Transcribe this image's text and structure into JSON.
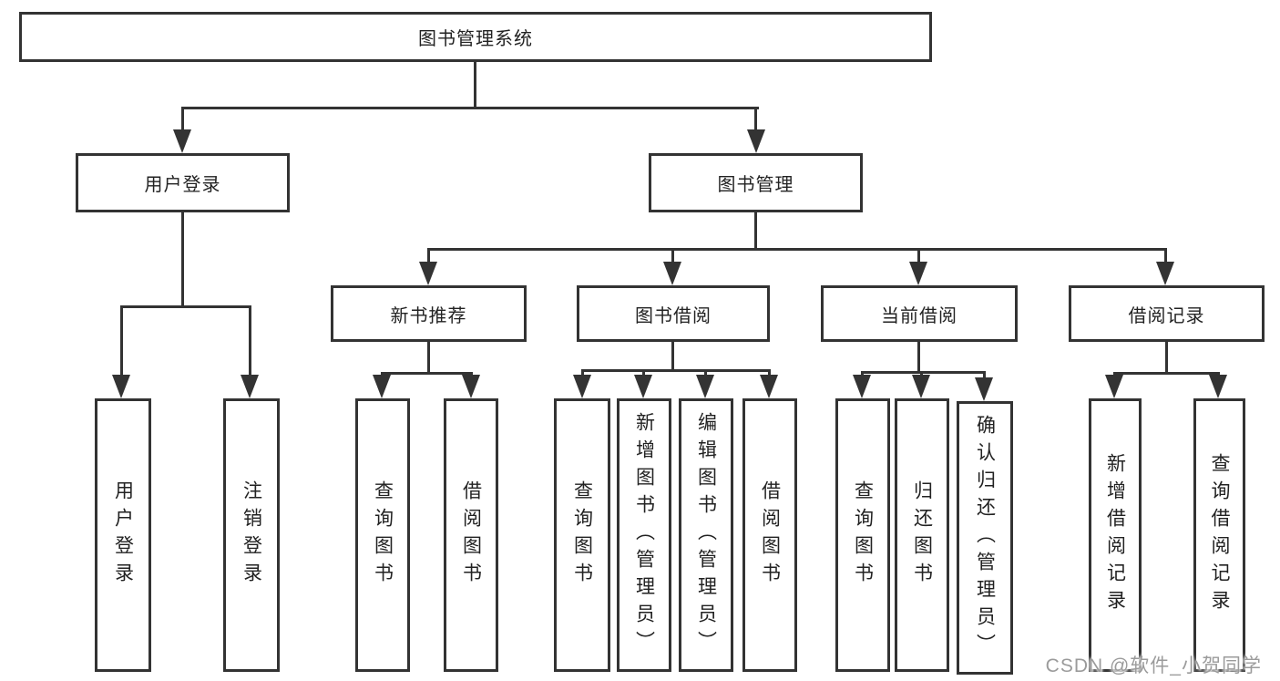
{
  "colors": {
    "line": "#333333",
    "box_border": "#333333",
    "box_fill": "#ffffff",
    "text": "#222222",
    "watermark_text": "#9b9b9b"
  },
  "watermark": {
    "text": "CSDN @软件_小贺同学"
  },
  "tree": {
    "label": "图书管理系统",
    "children": [
      {
        "label": "用户登录",
        "children": [
          {
            "label": "用户登录"
          },
          {
            "label": "注销登录"
          }
        ]
      },
      {
        "label": "图书管理",
        "children": [
          {
            "label": "新书推荐",
            "children": [
              {
                "label": "查询图书"
              },
              {
                "label": "借阅图书"
              }
            ]
          },
          {
            "label": "图书借阅",
            "children": [
              {
                "label": "查询图书"
              },
              {
                "label": "新增图书（管理员）"
              },
              {
                "label": "编辑图书（管理员）"
              },
              {
                "label": "借阅图书"
              }
            ]
          },
          {
            "label": "当前借阅",
            "children": [
              {
                "label": "查询图书"
              },
              {
                "label": "归还图书"
              },
              {
                "label": "确认归还（管理员）"
              }
            ]
          },
          {
            "label": "借阅记录",
            "children": [
              {
                "label": "新增借阅记录"
              },
              {
                "label": "查询借阅记录"
              }
            ]
          }
        ]
      }
    ]
  }
}
